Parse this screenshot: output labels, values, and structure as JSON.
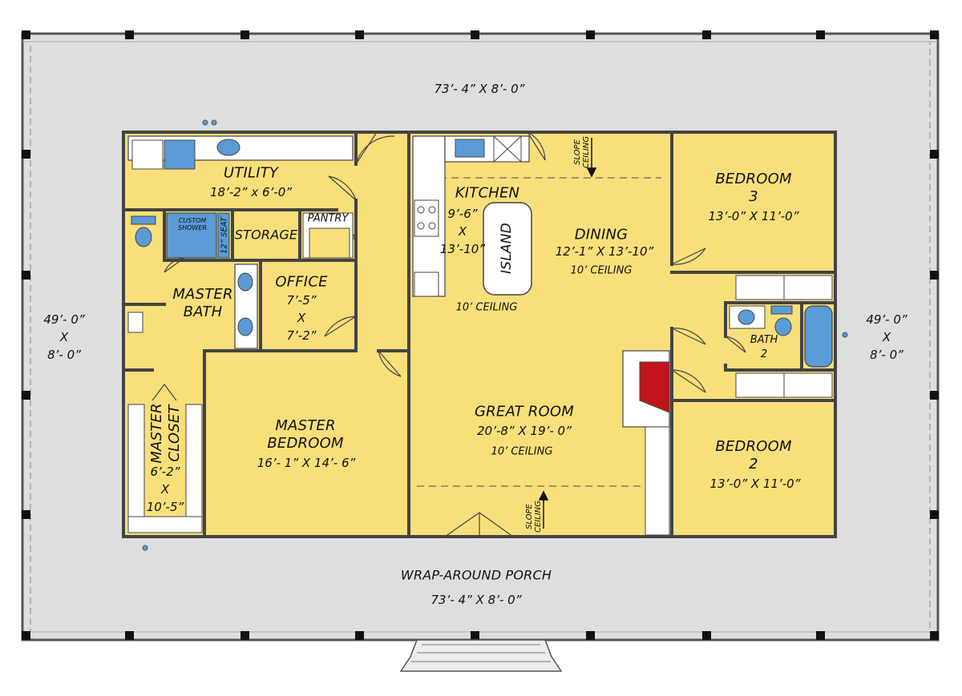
{
  "porch": {
    "top_dim": "73’- 4” X 8’- 0”",
    "bottom_name": "WRAP-AROUND PORCH",
    "bottom_dim": "73’- 4” X 8’- 0”",
    "left_dim": [
      "49’- 0”",
      "X",
      "8’- 0”"
    ],
    "right_dim": [
      "49’- 0”",
      "X",
      "8’- 0”"
    ]
  },
  "rooms": {
    "utility": {
      "name": "UTILITY",
      "dim": "18’-2” x 6’-0”"
    },
    "storage": {
      "name": "STORAGE"
    },
    "pantry": {
      "name": "PANTRY"
    },
    "custom_shower": {
      "name": "CUSTOM SHOWER"
    },
    "seat": {
      "name": "12” SEAT"
    },
    "master_bath": {
      "name_line1": "MASTER",
      "name_line2": "BATH"
    },
    "office": {
      "name": "OFFICE",
      "dim": [
        "7’-5”",
        "X",
        "7’-2”"
      ]
    },
    "kitchen": {
      "name": "KITCHEN",
      "dim": [
        "9’-6”",
        "X",
        "13’-10”"
      ],
      "ceiling": "10’ CEILING"
    },
    "island": {
      "name": "ISLAND"
    },
    "dining": {
      "name": "DINING",
      "dim": "12’-1” X 13’-10”",
      "ceiling": "10’ CEILING"
    },
    "bedroom3": {
      "name": "BEDROOM",
      "number": "3",
      "dim": "13’-0” X 11’-0”"
    },
    "bath2": {
      "name": "BATH",
      "number": "2"
    },
    "bedroom2": {
      "name": "BEDROOM",
      "number": "2",
      "dim": "13’-0” X 11’-0”"
    },
    "great_room": {
      "name": "GREAT ROOM",
      "dim": "20’-8” X 19’- 0”",
      "ceiling": "10’ CEILING"
    },
    "master_bedroom": {
      "name_line1": "MASTER",
      "name_line2": "BEDROOM",
      "dim": "16’- 1” X 14’- 6”"
    },
    "master_closet": {
      "name_line1": "MASTER",
      "name_line2": "CLOSET",
      "dim": [
        "6’-2”",
        "X",
        "10’-5”"
      ]
    }
  },
  "notes": {
    "slope_top": [
      "SLOPE",
      "CEILING"
    ],
    "slope_bottom": [
      "SLOPE",
      "CEILING"
    ]
  },
  "colors": {
    "porch": "#dedede",
    "room": "#f9df7a",
    "wall": "#444444",
    "fixture": "#5b9bd5",
    "fireplace": "#c0161b",
    "post": "#111111"
  }
}
